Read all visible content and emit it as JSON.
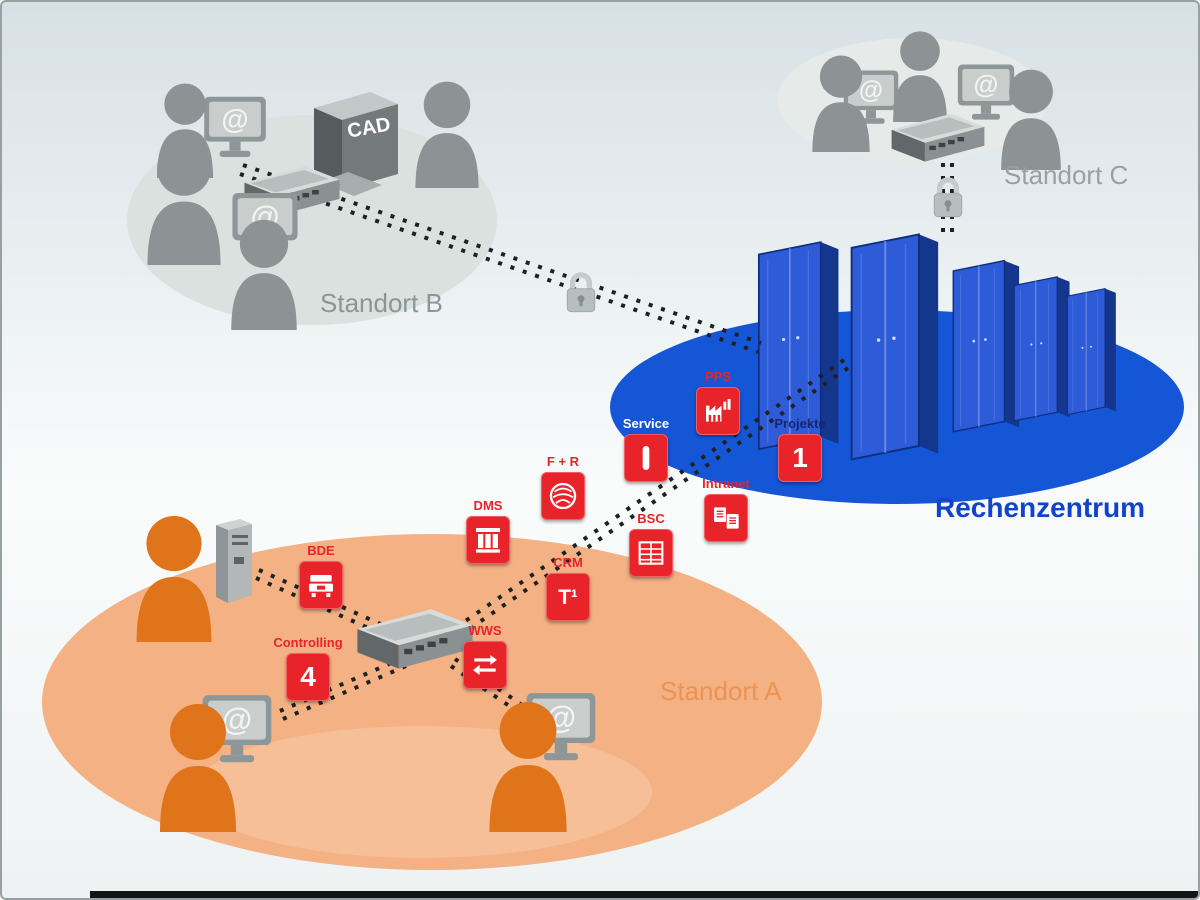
{
  "regions": {
    "standort_a": {
      "label": "Standort A"
    },
    "standort_b": {
      "label": "Standort B"
    },
    "standort_c": {
      "label": "Standort C"
    },
    "rechenzentrum": {
      "label": "Rechenzentrum"
    }
  },
  "colors": {
    "site_a_fill": "#f3b184",
    "site_a_actor": "#e0741a",
    "site_b_fill": "#dbe1df",
    "gray_actor": "#8d9394",
    "datacenter_fill": "#1556d6",
    "datacenter_label": "#1243cb",
    "app_red": "#e8232a"
  },
  "devices": {
    "cad_tower_label": "CAD",
    "screen_glyph": "@"
  },
  "apps": [
    {
      "id": "pps",
      "label": "PPS",
      "icon": "factory-icon"
    },
    {
      "id": "service",
      "label": "Service",
      "icon": "service-bar-icon"
    },
    {
      "id": "projekte",
      "label": "Projekte",
      "badge": "1"
    },
    {
      "id": "f_r",
      "label": "F + R",
      "icon": "scribble-sphere-icon"
    },
    {
      "id": "intranet",
      "label": "Intranet",
      "icon": "documents-icon"
    },
    {
      "id": "dms",
      "label": "DMS",
      "icon": "archive-icon"
    },
    {
      "id": "bsc",
      "label": "BSC",
      "icon": "table-grid-icon"
    },
    {
      "id": "crm",
      "label": "CRM",
      "badge": "T¹"
    },
    {
      "id": "bde",
      "label": "BDE",
      "icon": "machine-icon"
    },
    {
      "id": "controlling",
      "label": "Controlling",
      "badge": "4"
    },
    {
      "id": "wws",
      "label": "WWS",
      "icon": "transfer-arrows-icon"
    }
  ]
}
